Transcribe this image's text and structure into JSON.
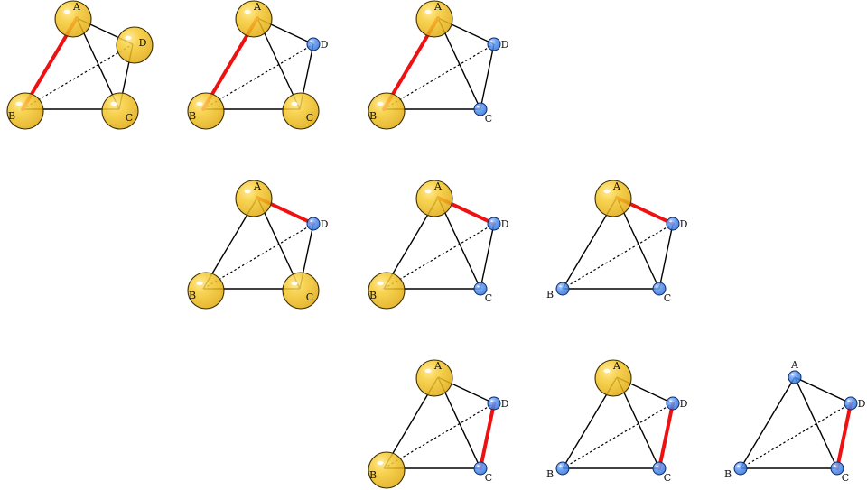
{
  "labels": {
    "A": "A",
    "B": "B",
    "C": "C",
    "D": "D"
  },
  "colors": {
    "large_fill": "#f5c427",
    "large_stroke": "#3a2e05",
    "small_fill": "#4f8ff0",
    "small_stroke": "#0d2a66",
    "edge": "#000000",
    "highlight": "#ee1111"
  },
  "panels": [
    {
      "row": 1,
      "col": 1,
      "highlight": [
        "A",
        "B"
      ],
      "small": []
    },
    {
      "row": 1,
      "col": 2,
      "highlight": [
        "A",
        "B"
      ],
      "small": [
        "D"
      ]
    },
    {
      "row": 1,
      "col": 3,
      "highlight": [
        "A",
        "B"
      ],
      "small": [
        "C",
        "D"
      ]
    },
    {
      "row": 2,
      "col": 2,
      "highlight": [
        "A",
        "D"
      ],
      "small": [
        "D"
      ]
    },
    {
      "row": 2,
      "col": 3,
      "highlight": [
        "A",
        "D"
      ],
      "small": [
        "C",
        "D"
      ]
    },
    {
      "row": 2,
      "col": 4,
      "highlight": [
        "A",
        "D"
      ],
      "small": [
        "B",
        "C",
        "D"
      ]
    },
    {
      "row": 3,
      "col": 3,
      "highlight": [
        "C",
        "D"
      ],
      "small": [
        "C",
        "D"
      ]
    },
    {
      "row": 3,
      "col": 4,
      "highlight": [
        "C",
        "D"
      ],
      "small": [
        "B",
        "C",
        "D"
      ]
    },
    {
      "row": 3,
      "col": 5,
      "highlight": [
        "C",
        "D"
      ],
      "small": [
        "A",
        "B",
        "C",
        "D"
      ]
    }
  ]
}
